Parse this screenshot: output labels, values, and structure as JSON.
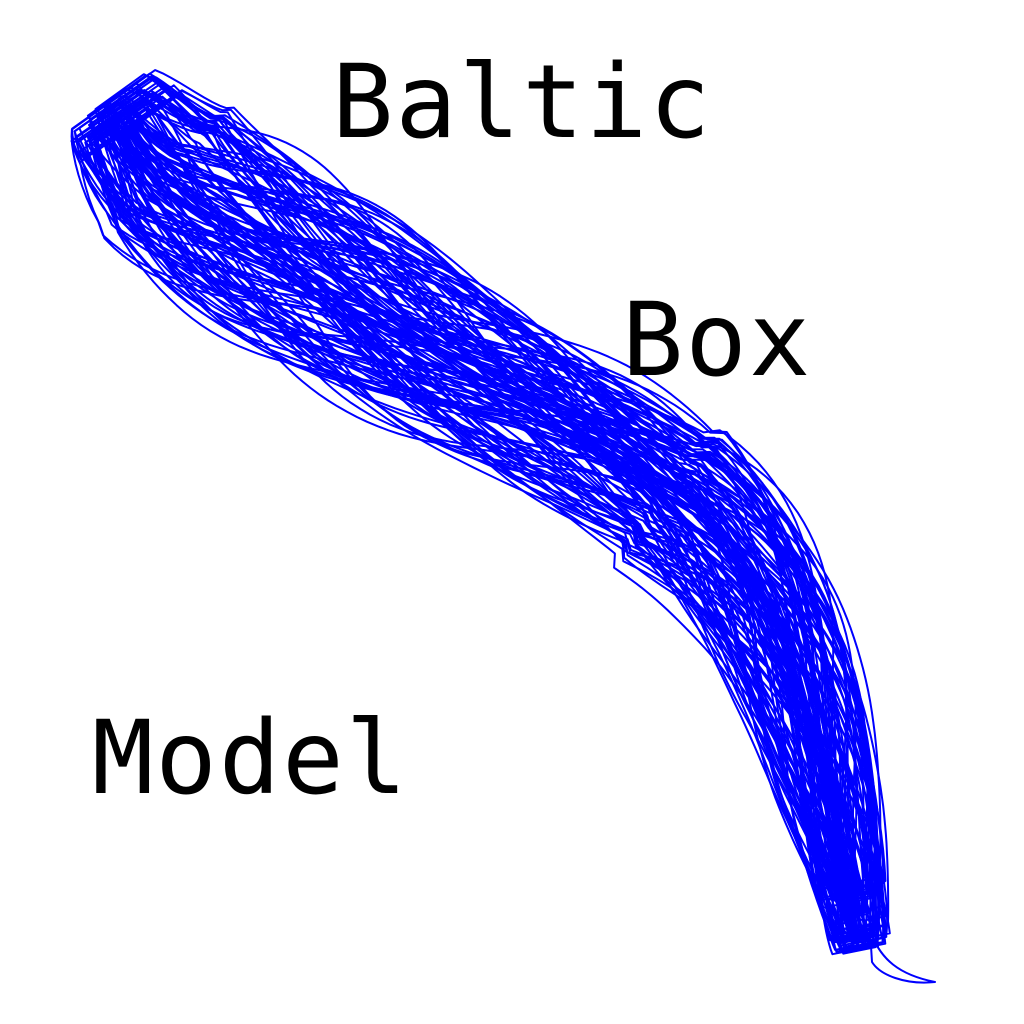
{
  "logo": {
    "words": [
      "Baltic",
      "Box",
      "Model"
    ]
  },
  "colors": {
    "background": "#ffffff",
    "text": "#000000",
    "curve": "#0000ff"
  }
}
